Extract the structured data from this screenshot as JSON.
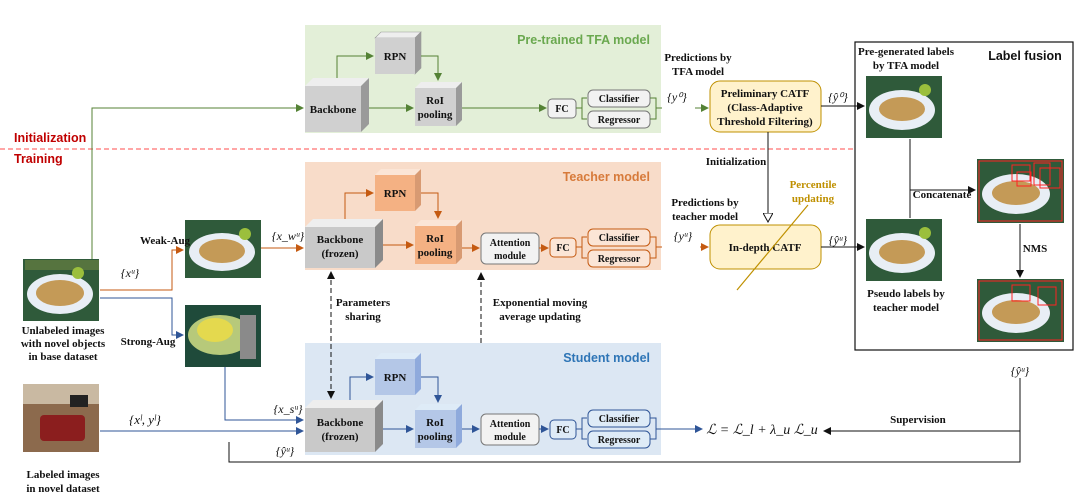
{
  "colors": {
    "tfa_bg": "#e3efd8",
    "tfa_title": "#6aa84f",
    "tfa_line": "#548235",
    "teacher_bg": "#f8dcc9",
    "teacher_title": "#d77a3a",
    "teacher_line": "#c55a11",
    "student_bg": "#dce7f3",
    "student_title": "#2e75b6",
    "student_line": "#2f5597",
    "catf_fill": "#fff2cc",
    "catf_stroke": "#bf9000",
    "init_line": "#ff4d4d",
    "section_label": "#c00000"
  },
  "sections": {
    "initialization": "Initialization",
    "training": "Training"
  },
  "panels": {
    "tfa_title": "Pre-trained TFA model",
    "teacher_title": "Teacher model",
    "student_title": "Student model",
    "fusion_title": "Label fusion"
  },
  "blocks": {
    "rpn": "RPN",
    "backbone": "Backbone",
    "backbone_frozen_1": "Backbone",
    "backbone_frozen_2": "(frozen)",
    "roi_1": "RoI",
    "roi_2": "pooling",
    "fc": "FC",
    "classifier": "Classifier",
    "regressor": "Regressor",
    "attention_1": "Attention",
    "attention_2": "module"
  },
  "catf": {
    "prelim_1": "Preliminary CATF",
    "prelim_2": "(Class-Adaptive",
    "prelim_3": "Threshold Filtering)",
    "indepth": "In-depth CATF"
  },
  "labels": {
    "pred_tfa_1": "Predictions by",
    "pred_tfa_2": "TFA model",
    "pred_teacher_1": "Predictions by",
    "pred_teacher_2": "teacher model",
    "initialization": "Initialization",
    "percentile_1": "Percentile",
    "percentile_2": "updating",
    "weak_aug": "Weak-Aug",
    "strong_aug": "Strong-Aug",
    "unlabeled_1": "Unlabeled images",
    "unlabeled_2": "with novel objects",
    "unlabeled_3": "in base dataset",
    "labeled_1": "Labeled images",
    "labeled_2": "in novel dataset",
    "params_1": "Parameters",
    "params_2": "sharing",
    "ema_1": "Exponential moving",
    "ema_2": "average updating",
    "supervision": "Supervision",
    "pregen_1": "Pre-generated labels",
    "pregen_2": "by TFA model",
    "pseudo_1": "Pseudo labels by",
    "pseudo_2": "teacher model",
    "concatenate": "Concatenate",
    "nms": "NMS"
  },
  "math": {
    "y0": "{y⁰}",
    "yhat0": "{ŷ⁰}",
    "yu": "{yᵘ}",
    "yhatu": "{ŷᵘ}",
    "xu": "{xᵘ}",
    "xwu": "{x_wᵘ}",
    "xsu": "{x_sᵘ}",
    "xl_yl": "{xˡ, yˡ}",
    "loss": "ℒ = ℒ_l + λ_u ℒ_u"
  }
}
